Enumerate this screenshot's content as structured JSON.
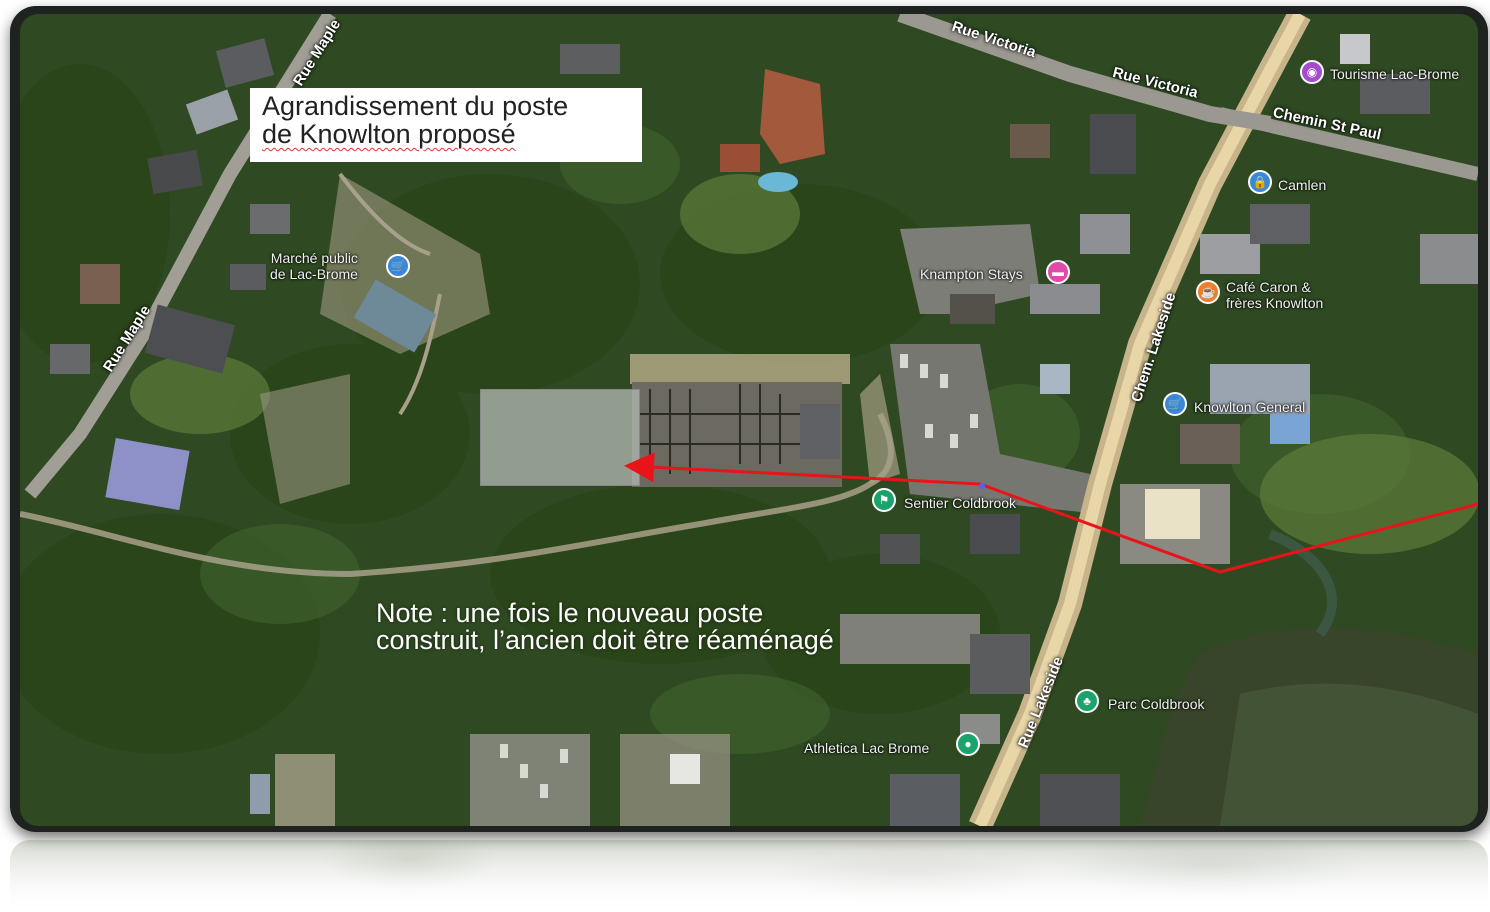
{
  "title": {
    "line1": "Agrandissement du poste",
    "line2": "de Knowlton proposé"
  },
  "note": "Note : une fois le nouveau poste construit, l’ancien doit être réaménagé",
  "streets": {
    "rue_maple_1": "Rue Maple",
    "rue_maple_2": "Rue Maple",
    "rue_victoria_1": "Rue Victoria",
    "rue_victoria_2": "Rue Victoria",
    "chemin_st_paul": "Chemin St Paul",
    "chem_lakeside": "Chem. Lakeside",
    "rue_lakeside": "Rue Lakeside"
  },
  "places": {
    "marche_line1": "Marché public",
    "marche_line2": "de Lac-Brome",
    "tourisme": "Tourisme Lac-Brome",
    "camlen": "Camlen",
    "knampton": "Knampton Stays",
    "cafe_line1": "Café Caron &",
    "cafe_line2": "frères Knowlton",
    "knowlton_general": "Knowlton General",
    "sentier": "Sentier Coldbrook",
    "parc": "Parc Coldbrook",
    "athletica": "Athletica Lac Brome"
  },
  "icons": {
    "marche": "shopping-cart-icon",
    "tourisme": "camera-icon",
    "camlen": "shopping-bag-icon",
    "knampton": "bed-icon",
    "cafe": "coffee-icon",
    "knowlton_general": "shopping-cart-icon",
    "sentier": "hiking-icon",
    "parc": "tree-icon",
    "athletica": "fitness-icon"
  },
  "colors": {
    "arrow": "#e8141a",
    "pin_blue": "#3b87d8",
    "pin_pink": "#e04aa8",
    "pin_orange": "#ef7d2a",
    "pin_green": "#1aa36a",
    "pin_purple": "#a54bd0"
  }
}
